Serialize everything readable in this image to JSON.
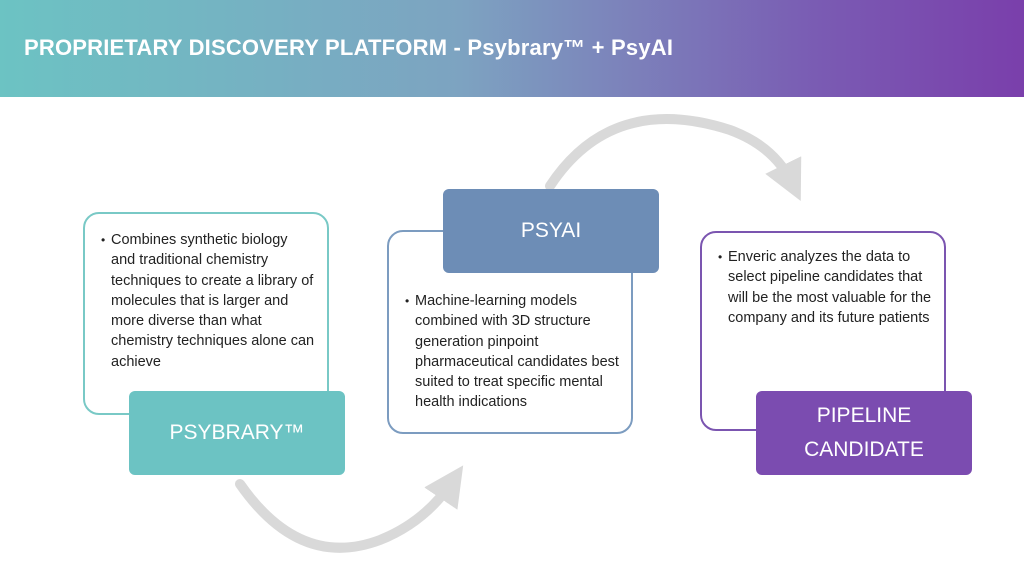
{
  "header": {
    "title": "PROPRIETARY DISCOVERY PLATFORM - Psybrary™ + PsyAI"
  },
  "steps": [
    {
      "label": "PSYBRARY™",
      "bullets": [
        "Combines synthetic biology and traditional chemistry techniques to create a library of molecules that is larger and more diverse than what chemistry techniques alone can achieve"
      ]
    },
    {
      "label": "PSYAI",
      "bullets": [
        "Machine-learning models combined with 3D structure generation pinpoint pharmaceutical candidates best suited to treat specific mental health indications"
      ]
    },
    {
      "label": "PIPELINE CANDIDATE",
      "bullets": [
        "Enveric analyzes the data to select pipeline candidates that will be the most valuable for the company and its future patients"
      ]
    }
  ],
  "colors": {
    "teal": "#6cc3c3",
    "blue": "#6d8db6",
    "purple": "#7b4cb0",
    "arrow": "#d9d9d9"
  }
}
